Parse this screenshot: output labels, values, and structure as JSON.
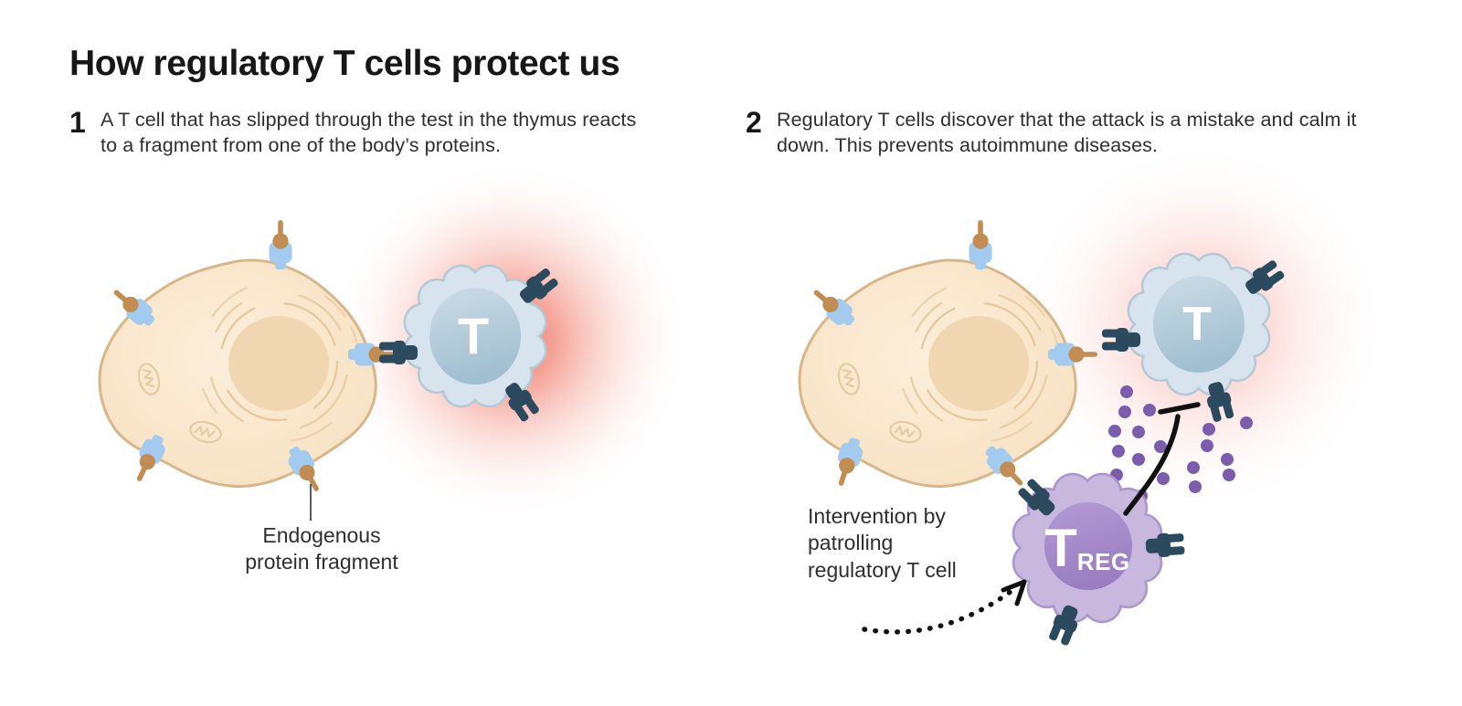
{
  "title": "How regulatory T cells protect us",
  "steps": [
    {
      "number": "1",
      "text": "A T cell that has slipped through the test in the thymus reacts to a fragment from one of the body’s proteins."
    },
    {
      "number": "2",
      "text": "Regulatory T cells discover that the attack is a mistake and calm it down. This prevents autoimmune diseases."
    }
  ],
  "labels": {
    "endogenous": [
      "Endogenous",
      "protein fragment"
    ],
    "intervention": [
      "Intervention by",
      "patrolling",
      "regulatory T cell"
    ]
  },
  "cells": {
    "t_cell_label": "T",
    "treg_main_label": "T",
    "treg_sub_label": "REG"
  },
  "colors": {
    "body_cell_fill": "#f9e5c9",
    "body_cell_outline": "#d8b68a",
    "mhc_receptor_blue": "#a3cbf0",
    "protein_fragment_tan": "#c28d52",
    "t_cell_fill": "#d8e4ed",
    "t_cell_inner": "#a2c0d0",
    "t_receptor_navy": "#2c4a5e",
    "treg_fill": "#c8b8de",
    "treg_inner": "#9a7ec1",
    "cytokine_dot_purple": "#7c5cac",
    "danger_glow_red": "#ee604e",
    "text_color": "#2e2e2e"
  }
}
